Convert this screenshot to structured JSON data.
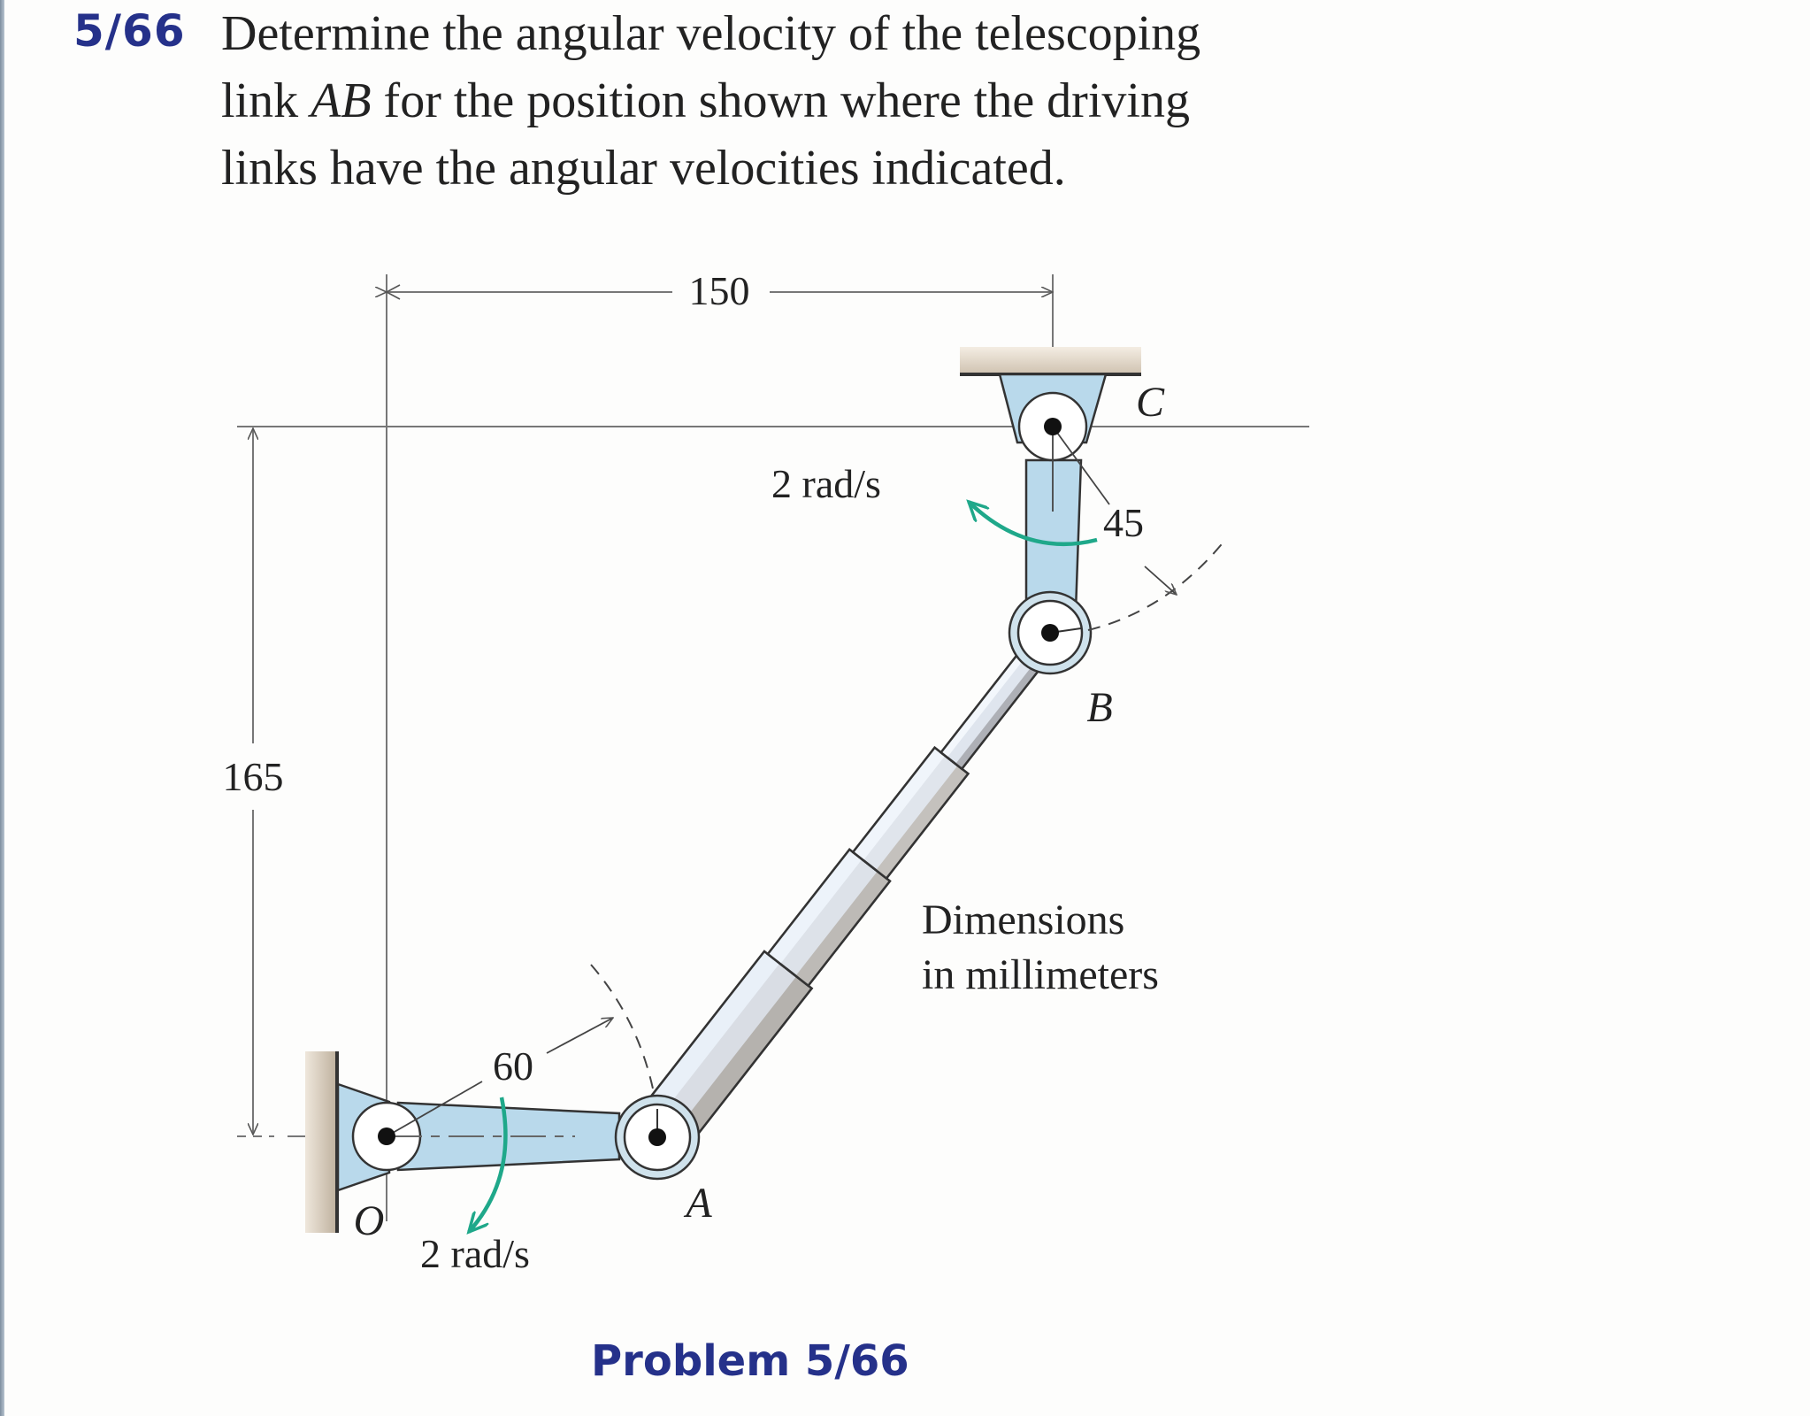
{
  "problem": {
    "number": "5/66",
    "statement_lines": [
      {
        "before": "Determine the angular velocity of the telescoping",
        "italic": "",
        "after": ""
      },
      {
        "before": "link ",
        "italic": "AB",
        "after": " for the position shown where the driving"
      },
      {
        "before": "links have the angular velocities indicated.",
        "italic": "",
        "after": ""
      }
    ],
    "caption": "Problem 5/66"
  },
  "figure": {
    "dimensions": {
      "horizontal": "150",
      "vertical": "165",
      "link_OA_angle": "60",
      "link_CB_angle": "45"
    },
    "angular_velocities": {
      "link_CB": "2 rad/s",
      "link_OA": "2 rad/s"
    },
    "points": {
      "O": "O",
      "A": "A",
      "B": "B",
      "C": "C"
    },
    "note_line1": "Dimensions",
    "note_line2": "in millimeters",
    "colors": {
      "link_fill": "#b9d9eb",
      "arrow_green": "#1fa88a",
      "ground": "#d8ccba",
      "title_blue": "#25318a"
    }
  }
}
